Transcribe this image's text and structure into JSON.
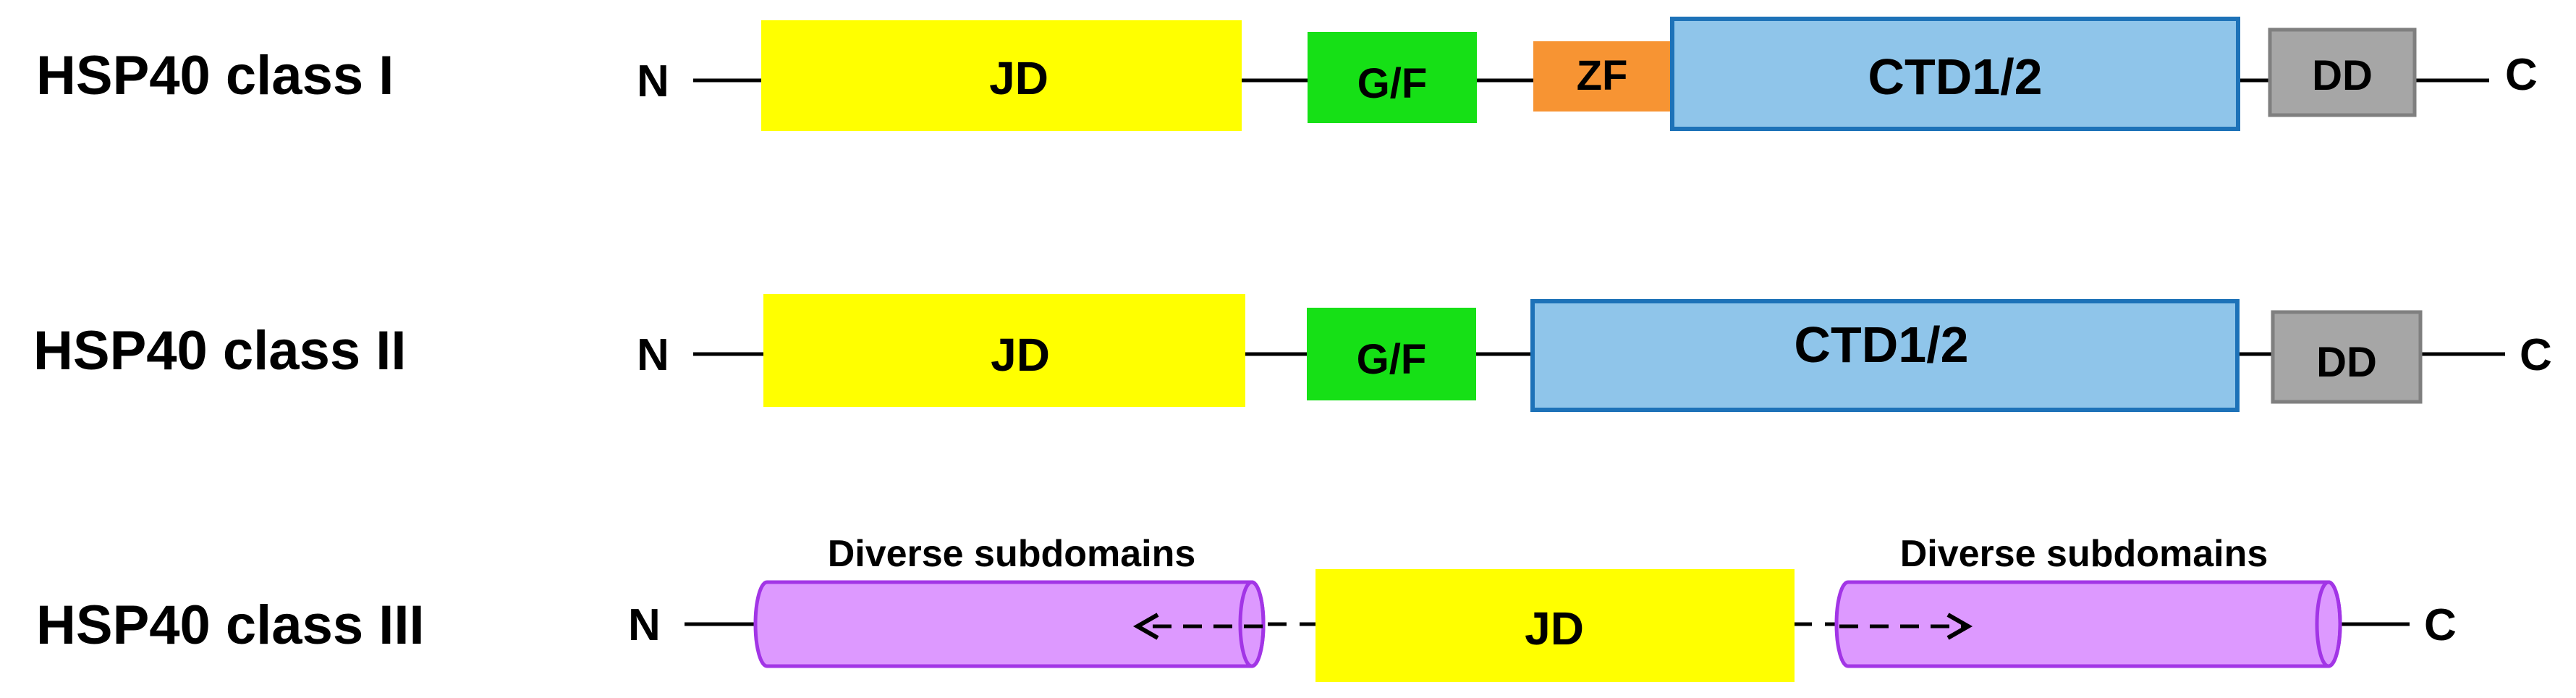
{
  "rows": [
    {
      "label": "HSP40 class I",
      "n_label": "N",
      "c_label": "C",
      "domains": [
        {
          "name": "JD",
          "color": "#FFFF00",
          "border": "#FFFF00"
        },
        {
          "name": "G/F",
          "color": "#16E016",
          "border": "#16E016"
        },
        {
          "name": "ZF",
          "color": "#F79433",
          "border": "#F79433"
        },
        {
          "name": "CTD1/2",
          "color": "#8FC5EA",
          "border": "#1D72B8"
        },
        {
          "name": "DD",
          "color": "#A6A6A6",
          "border": "#7F7F7F"
        }
      ]
    },
    {
      "label": "HSP40 class II",
      "n_label": "N",
      "c_label": "C",
      "domains": [
        {
          "name": "JD",
          "color": "#FFFF00",
          "border": "#FFFF00"
        },
        {
          "name": "G/F",
          "color": "#16E016",
          "border": "#16E016"
        },
        {
          "name": "CTD1/2",
          "color": "#8FC5EA",
          "border": "#1D72B8"
        },
        {
          "name": "DD",
          "color": "#A6A6A6",
          "border": "#7F7F7F"
        }
      ]
    },
    {
      "label": "HSP40 class III",
      "n_label": "N",
      "c_label": "C",
      "domains": [
        {
          "name": "JD",
          "color": "#FFFF00",
          "border": "#FFFF00"
        }
      ],
      "subdomains": [
        {
          "caption": "Diverse subdomains",
          "color": "#DD99FF",
          "border": "#A235E6",
          "arrow": "left"
        },
        {
          "caption": "Diverse subdomains",
          "color": "#DD99FF",
          "border": "#A235E6",
          "arrow": "right"
        }
      ]
    }
  ]
}
